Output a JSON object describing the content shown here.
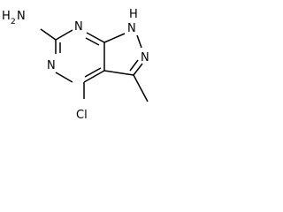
{
  "molecule": {
    "atoms": {
      "amine_group": "H2N",
      "amine_h": "H",
      "amine_h_count": "2",
      "amine_n": "N",
      "ring_n_top": "N",
      "ring_n_left": "N",
      "nh_label": "H",
      "nh_n": "N",
      "pyrazole_n": "N",
      "chloro": "Cl"
    },
    "colors": {
      "bond": "#000000",
      "text": "#000000",
      "background": "#ffffff"
    }
  }
}
